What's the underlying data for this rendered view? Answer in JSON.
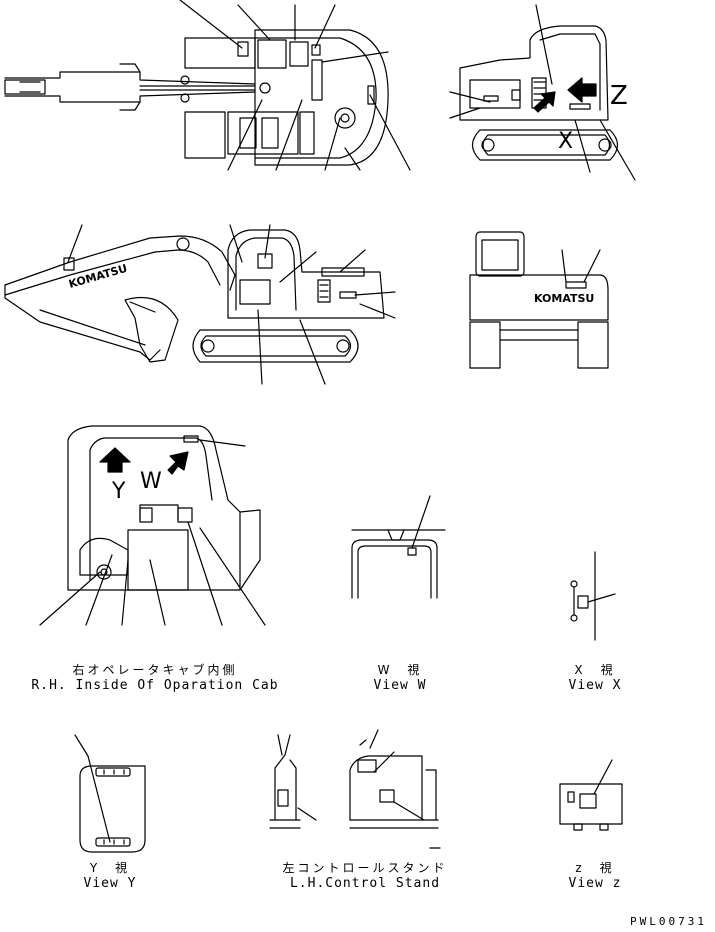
{
  "drawing": {
    "code": "PWL00731",
    "brand_text": "KOMATSU",
    "arrow_letters": {
      "y": "Y",
      "w": "W",
      "x": "X",
      "z": "Z"
    },
    "captions": {
      "cab": {
        "jp": "右オペレータキャブ内側",
        "en": "R.H. Inside Of Oparation Cab"
      },
      "view_w": {
        "jp": "W　視",
        "en": "View W"
      },
      "view_x": {
        "jp": "X　視",
        "en": "View X"
      },
      "view_y": {
        "jp": "Y　視",
        "en": "View Y"
      },
      "control_stand": {
        "jp": "左コントロールスタンド",
        "en": "L.H.Control Stand"
      },
      "view_z": {
        "jp": "z　視",
        "en": "View z"
      }
    }
  }
}
